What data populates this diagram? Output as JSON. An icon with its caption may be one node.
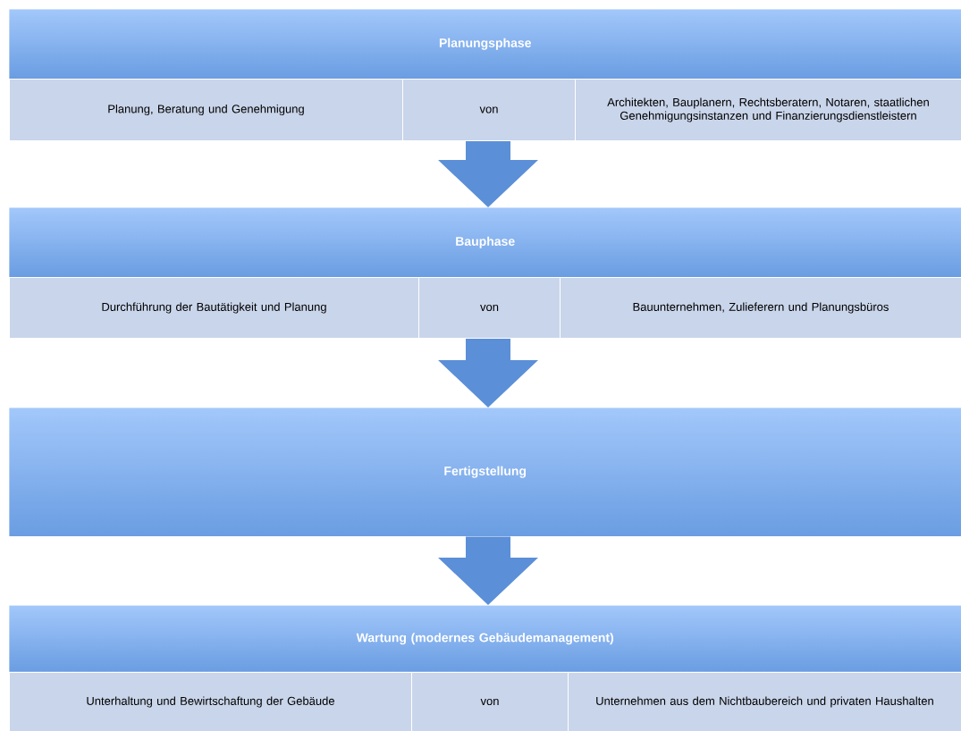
{
  "diagram": {
    "nodes": [
      {
        "text": [
          "Planungsphase"
        ]
      },
      {
        "text": [
          "Planung, Beratung und Genehmigung"
        ]
      },
      {
        "text": [
          "von"
        ]
      },
      {
        "text": [
          "Architekten, Bauplanern, Rechtsberatern, Notaren, staatlichen Genehmigungsinstanzen und Finanzierungsdienstleistern"
        ]
      },
      {
        "text": [
          "Bauphase"
        ]
      },
      {
        "text": [
          "Durchführung der Bautätigkeit und Planung"
        ]
      },
      {
        "text": [
          "von"
        ]
      },
      {
        "text": [
          "Bauunternehmen, Zulieferern und Planungsbüros"
        ]
      },
      {
        "text": [
          "Fertigstellung"
        ]
      },
      {
        "text": [
          "Wartung (modernes Gebäudemanagement)"
        ]
      },
      {
        "text": [
          "Unterhaltung und Bewirtschaftung der Gebäude"
        ]
      },
      {
        "text": [
          "von"
        ]
      },
      {
        "text": [
          "Unternehmen aus dem Nichtbaubereich und privaten Haushalten"
        ]
      }
    ],
    "edges": [
      {
        "from": 2,
        "to": 4,
        "arrow": "to"
      },
      {
        "from": 6,
        "to": 8,
        "arrow": "to"
      },
      {
        "from": 8,
        "to": 9,
        "arrow": "to"
      }
    ]
  }
}
